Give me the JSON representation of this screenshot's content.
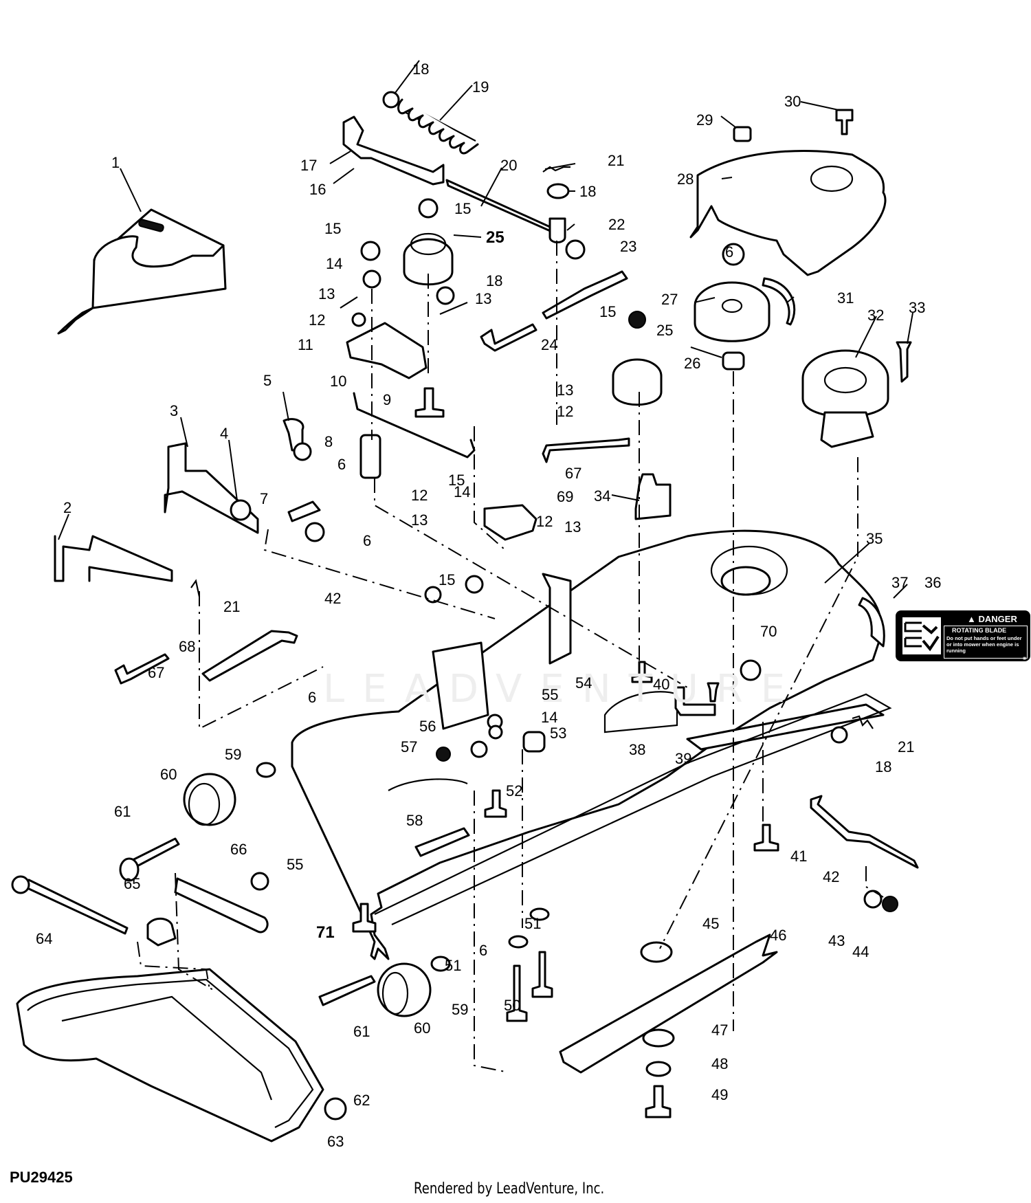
{
  "diagram": {
    "reference_code": "PU29425",
    "footer": "Rendered by LeadVenture, Inc.",
    "watermark": "LEADVENTURE",
    "decal": {
      "part_number": "36",
      "title": "DANGER",
      "subtitle": "ROTATING BLADE",
      "body": "Do not put hands or feet under or into mower when engine is running"
    },
    "callouts": [
      {
        "id": "c1",
        "label": "1"
      },
      {
        "id": "c2",
        "label": "2"
      },
      {
        "id": "c3",
        "label": "3"
      },
      {
        "id": "c4",
        "label": "4"
      },
      {
        "id": "c5",
        "label": "5"
      },
      {
        "id": "c6a",
        "label": "6"
      },
      {
        "id": "c6b",
        "label": "6"
      },
      {
        "id": "c6c",
        "label": "6"
      },
      {
        "id": "c6d",
        "label": "6"
      },
      {
        "id": "c6e",
        "label": "6"
      },
      {
        "id": "c7",
        "label": "7"
      },
      {
        "id": "c8",
        "label": "8"
      },
      {
        "id": "c9",
        "label": "9"
      },
      {
        "id": "c10",
        "label": "10"
      },
      {
        "id": "c11",
        "label": "11"
      },
      {
        "id": "c12a",
        "label": "12"
      },
      {
        "id": "c12b",
        "label": "12"
      },
      {
        "id": "c12c",
        "label": "12"
      },
      {
        "id": "c12d",
        "label": "12"
      },
      {
        "id": "c13a",
        "label": "13"
      },
      {
        "id": "c13b",
        "label": "13"
      },
      {
        "id": "c13c",
        "label": "13"
      },
      {
        "id": "c13d",
        "label": "13"
      },
      {
        "id": "c13e",
        "label": "13"
      },
      {
        "id": "c14a",
        "label": "14"
      },
      {
        "id": "c14b",
        "label": "14"
      },
      {
        "id": "c14c",
        "label": "14"
      },
      {
        "id": "c15a",
        "label": "15"
      },
      {
        "id": "c15b",
        "label": "15"
      },
      {
        "id": "c15c",
        "label": "15"
      },
      {
        "id": "c15d",
        "label": "15"
      },
      {
        "id": "c15e",
        "label": "15"
      },
      {
        "id": "c16",
        "label": "16"
      },
      {
        "id": "c17",
        "label": "17"
      },
      {
        "id": "c18a",
        "label": "18"
      },
      {
        "id": "c18b",
        "label": "18"
      },
      {
        "id": "c18c",
        "label": "18"
      },
      {
        "id": "c18d",
        "label": "18"
      },
      {
        "id": "c19",
        "label": "19"
      },
      {
        "id": "c20",
        "label": "20"
      },
      {
        "id": "c21a",
        "label": "21"
      },
      {
        "id": "c21b",
        "label": "21"
      },
      {
        "id": "c21c",
        "label": "21"
      },
      {
        "id": "c22",
        "label": "22"
      },
      {
        "id": "c23",
        "label": "23"
      },
      {
        "id": "c24",
        "label": "24"
      },
      {
        "id": "c25a",
        "label": "25"
      },
      {
        "id": "c25b",
        "label": "25"
      },
      {
        "id": "c26",
        "label": "26"
      },
      {
        "id": "c27",
        "label": "27"
      },
      {
        "id": "c28",
        "label": "28"
      },
      {
        "id": "c29",
        "label": "29"
      },
      {
        "id": "c30",
        "label": "30"
      },
      {
        "id": "c31",
        "label": "31"
      },
      {
        "id": "c32",
        "label": "32"
      },
      {
        "id": "c33",
        "label": "33"
      },
      {
        "id": "c34",
        "label": "34"
      },
      {
        "id": "c35",
        "label": "35"
      },
      {
        "id": "c36",
        "label": "36"
      },
      {
        "id": "c37",
        "label": "37"
      },
      {
        "id": "c38",
        "label": "38"
      },
      {
        "id": "c39",
        "label": "39"
      },
      {
        "id": "c40",
        "label": "40"
      },
      {
        "id": "c41",
        "label": "41"
      },
      {
        "id": "c42a",
        "label": "42"
      },
      {
        "id": "c42b",
        "label": "42"
      },
      {
        "id": "c43",
        "label": "43"
      },
      {
        "id": "c44",
        "label": "44"
      },
      {
        "id": "c45",
        "label": "45"
      },
      {
        "id": "c46",
        "label": "46"
      },
      {
        "id": "c47",
        "label": "47"
      },
      {
        "id": "c48",
        "label": "48"
      },
      {
        "id": "c49",
        "label": "49"
      },
      {
        "id": "c50",
        "label": "50"
      },
      {
        "id": "c51a",
        "label": "51"
      },
      {
        "id": "c51b",
        "label": "51"
      },
      {
        "id": "c52",
        "label": "52"
      },
      {
        "id": "c53",
        "label": "53"
      },
      {
        "id": "c54",
        "label": "54"
      },
      {
        "id": "c55a",
        "label": "55"
      },
      {
        "id": "c55b",
        "label": "55"
      },
      {
        "id": "c56",
        "label": "56"
      },
      {
        "id": "c57",
        "label": "57"
      },
      {
        "id": "c58",
        "label": "58"
      },
      {
        "id": "c59a",
        "label": "59"
      },
      {
        "id": "c59b",
        "label": "59"
      },
      {
        "id": "c60a",
        "label": "60"
      },
      {
        "id": "c60b",
        "label": "60"
      },
      {
        "id": "c61a",
        "label": "61"
      },
      {
        "id": "c61b",
        "label": "61"
      },
      {
        "id": "c62",
        "label": "62"
      },
      {
        "id": "c63",
        "label": "63"
      },
      {
        "id": "c64",
        "label": "64"
      },
      {
        "id": "c65",
        "label": "65"
      },
      {
        "id": "c66",
        "label": "66"
      },
      {
        "id": "c67a",
        "label": "67"
      },
      {
        "id": "c67b",
        "label": "67"
      },
      {
        "id": "c68",
        "label": "68"
      },
      {
        "id": "c69",
        "label": "69"
      },
      {
        "id": "c70",
        "label": "70"
      },
      {
        "id": "c71",
        "label": "71"
      }
    ]
  }
}
